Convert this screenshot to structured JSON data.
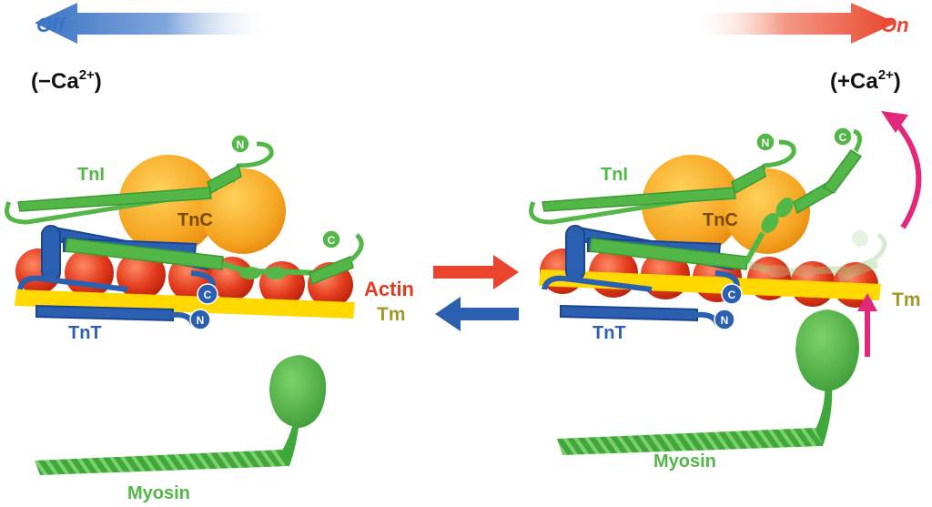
{
  "states": {
    "off": {
      "label": "Off",
      "condition_prefix": "(−Ca",
      "condition_sup": "2+",
      "condition_suffix": ")"
    },
    "on": {
      "label": "On",
      "condition_prefix": "(+Ca",
      "condition_sup": "2+",
      "condition_suffix": ")"
    }
  },
  "labels": {
    "tni": "TnI",
    "tnc": "TnC",
    "tnt": "TnT",
    "actin": "Actin",
    "tm": "Tm",
    "myosin": "Myosin",
    "n_terminus": "N",
    "c_terminus": "C"
  },
  "colors": {
    "off_blue": "#3a73c4",
    "on_red": "#e8452c",
    "tni_green": "#52b747",
    "tnc_orange": "#f6a623",
    "tnt_blue": "#2b5fb0",
    "actin_red": "#e23a1c",
    "tm_yellow": "#ffd800",
    "magenta": "#e2287b"
  }
}
